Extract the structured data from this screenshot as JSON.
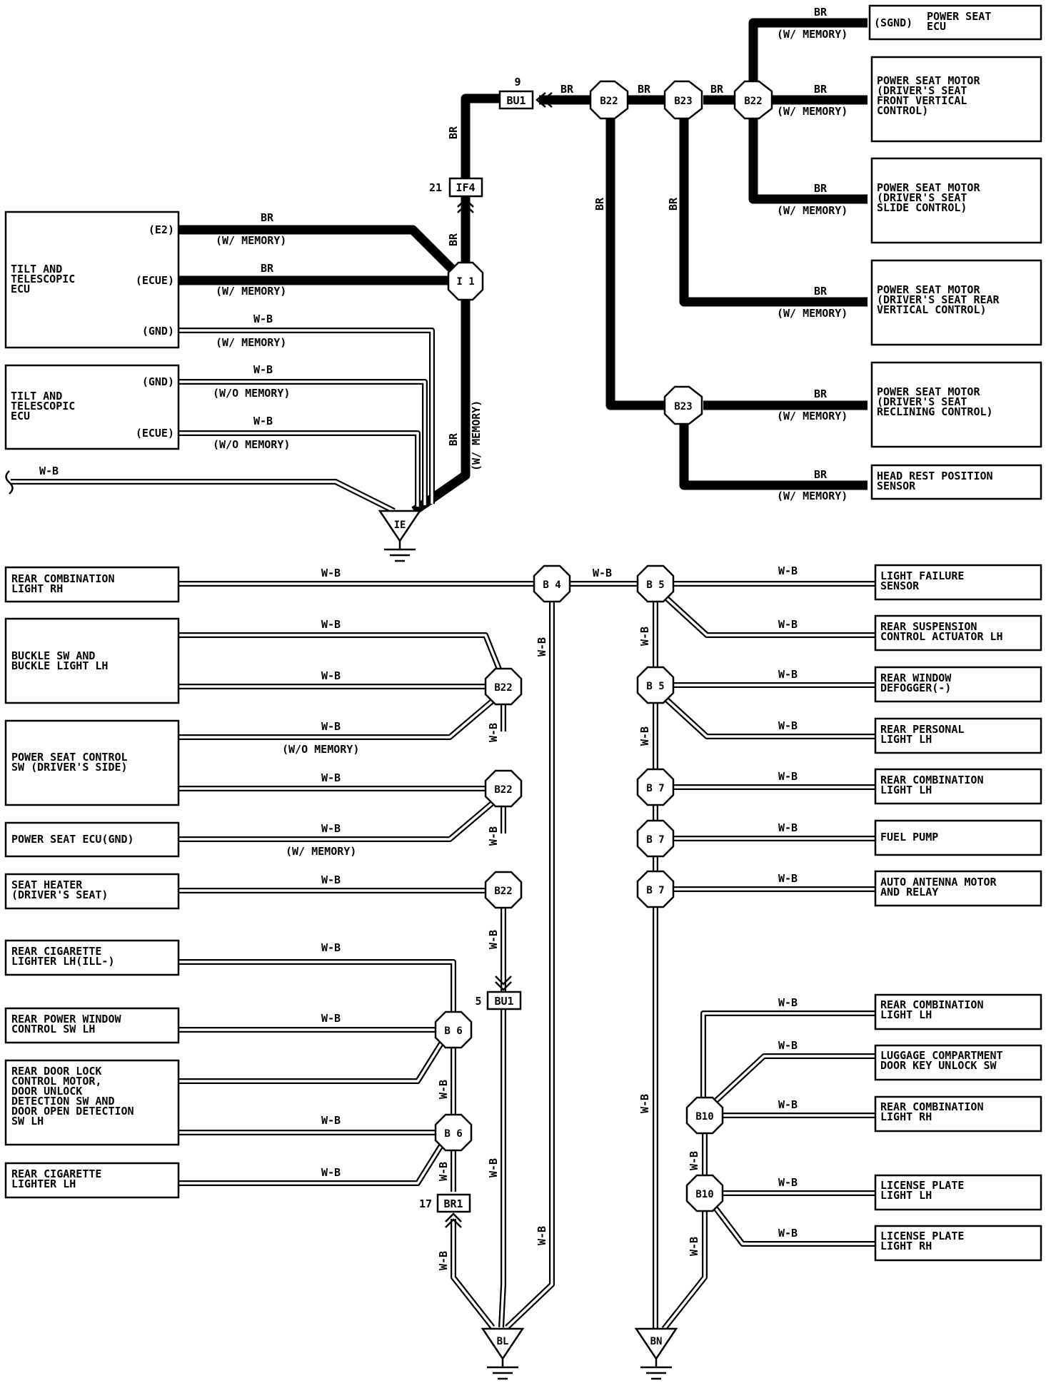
{
  "wires": {
    "br": "BR",
    "wb": "W-B"
  },
  "notes": {
    "w_memory": "(W/ MEMORY)",
    "wo_memory": "(W/O MEMORY)"
  },
  "left_components": {
    "tilt_ecu_1": {
      "name": [
        "TILT AND",
        "TELESCOPIC",
        "ECU"
      ],
      "pins": [
        "(E2)",
        "(ECUE)",
        "(GND)"
      ]
    },
    "tilt_ecu_2": {
      "name": [
        "TILT AND",
        "TELESCOPIC",
        "ECU"
      ],
      "pins": [
        "(GND)",
        "(ECUE)"
      ]
    }
  },
  "ground_points": {
    "ie": "IE",
    "bl": "BL",
    "bn": "BN"
  },
  "connectors": {
    "bu1_top": "BU1",
    "bu1_top_pin": "9",
    "if4": "IF4",
    "if4_pin": "21",
    "bu1_bottom": "BU1",
    "bu1_bottom_pin": "5",
    "br1": "BR1",
    "br1_pin": "17"
  },
  "splices": {
    "i1": "I 1",
    "b22_a": "B22",
    "b23_a": "B23",
    "b22_b": "B22",
    "b23_b": "B23",
    "b4": "B 4",
    "b5_a": "B 5",
    "b5_b": "B 5",
    "b22_c": "B22",
    "b22_d": "B22",
    "b22_e": "B22",
    "b7_a": "B 7",
    "b7_b": "B 7",
    "b7_c": "B 7",
    "b6_a": "B 6",
    "b6_b": "B 6",
    "b10_a": "B10",
    "b10_b": "B10"
  },
  "right_top_components": {
    "power_seat_ecu": {
      "pin": "(SGND)",
      "name": [
        "POWER SEAT",
        "ECU"
      ]
    },
    "motor_front_vertical": [
      "POWER SEAT MOTOR",
      "(DRIVER'S SEAT",
      " FRONT VERTICAL",
      " CONTROL)"
    ],
    "motor_slide": [
      "POWER SEAT MOTOR",
      "(DRIVER'S SEAT",
      " SLIDE CONTROL)"
    ],
    "motor_rear_vertical": [
      "POWER SEAT MOTOR",
      "(DRIVER'S SEAT REAR",
      " VERTICAL CONTROL)"
    ],
    "motor_reclining": [
      "POWER SEAT MOTOR",
      "(DRIVER'S SEAT",
      " RECLINING CONTROL)"
    ],
    "head_rest_sensor": [
      "HEAD REST POSITION",
      "SENSOR"
    ]
  },
  "lower_left_components": {
    "rear_combination_rh": [
      "REAR COMBINATION",
      "LIGHT RH"
    ],
    "buckle_sw": [
      "BUCKLE SW AND",
      "BUCKLE LIGHT LH"
    ],
    "power_seat_control_sw": [
      "POWER SEAT CONTROL",
      "SW (DRIVER'S SIDE)"
    ],
    "power_seat_ecu_gnd": [
      "POWER SEAT ECU(GND)"
    ],
    "seat_heater": [
      "SEAT HEATER",
      "(DRIVER'S SEAT)"
    ],
    "rear_cig_lighter_ill": [
      "REAR CIGARETTE",
      "LIGHTER LH(ILL-)"
    ],
    "rear_power_window": [
      "REAR POWER WINDOW",
      "CONTROL SW LH"
    ],
    "rear_door_lock": [
      "REAR DOOR LOCK",
      "CONTROL MOTOR,",
      "DOOR UNLOCK",
      "DETECTION SW AND",
      "DOOR OPEN DETECTION",
      "SW LH"
    ],
    "rear_cig_lighter": [
      "REAR CIGARETTE",
      "LIGHTER LH"
    ]
  },
  "lower_right_components": {
    "light_failure": [
      "LIGHT FAILURE",
      "SENSOR"
    ],
    "rear_suspension": [
      "REAR SUSPENSION",
      "CONTROL ACTUATOR LH"
    ],
    "rear_window_defogger": [
      "REAR WINDOW",
      "DEFOGGER(-)"
    ],
    "rear_personal_light": [
      "REAR PERSONAL",
      "LIGHT LH"
    ],
    "rear_combination_lh_1": [
      "REAR COMBINATION",
      "LIGHT LH"
    ],
    "fuel_pump": [
      "FUEL PUMP"
    ],
    "auto_antenna": [
      "AUTO ANTENNA MOTOR",
      "AND RELAY"
    ],
    "rear_combination_lh_2": [
      "REAR COMBINATION",
      "LIGHT LH"
    ],
    "luggage_unlock_sw": [
      "LUGGAGE COMPARTMENT",
      "DOOR KEY UNLOCK SW"
    ],
    "rear_combination_rh_2": [
      "REAR COMBINATION",
      "LIGHT RH"
    ],
    "license_plate_lh": [
      "LICENSE PLATE",
      "LIGHT LH"
    ],
    "license_plate_rh": [
      "LICENSE PLATE",
      "LIGHT RH"
    ]
  }
}
